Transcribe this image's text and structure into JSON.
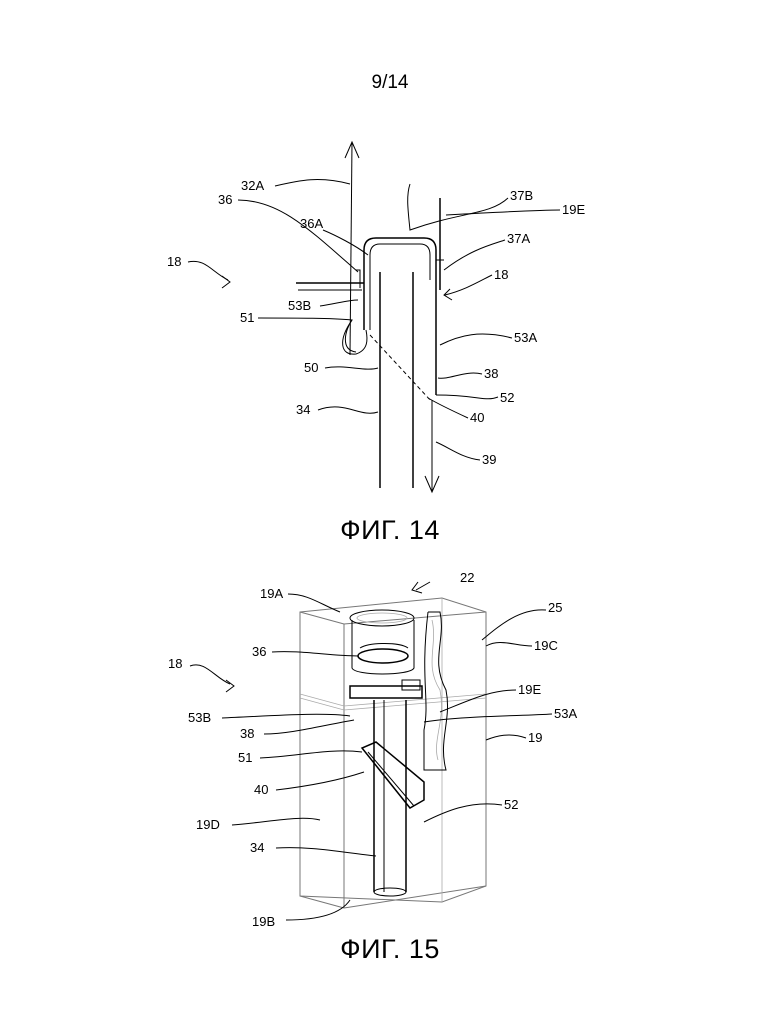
{
  "page_number": "9/14",
  "figures": [
    {
      "title": "ФИГ. 14",
      "labels": [
        "32A",
        "36",
        "36A",
        "18",
        "53B",
        "51",
        "50",
        "34",
        "37B",
        "19E",
        "37A",
        "18",
        "53A",
        "38",
        "52",
        "40",
        "39"
      ]
    },
    {
      "title": "ФИГ. 15",
      "labels": [
        "22",
        "19A",
        "25",
        "19C",
        "18",
        "36",
        "19E",
        "53B",
        "53A",
        "38",
        "19",
        "51",
        "40",
        "52",
        "19D",
        "34",
        "19B"
      ]
    }
  ]
}
